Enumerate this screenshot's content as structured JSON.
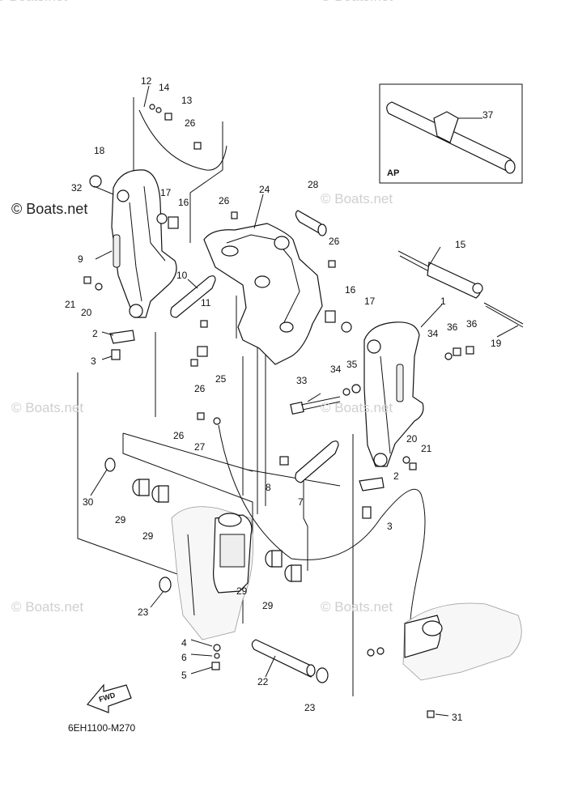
{
  "watermarks": {
    "primary": "© Boats.net",
    "faded": "© Boats.net"
  },
  "diagram_code": "6EH1100-M270",
  "inset": {
    "label": "AP",
    "part": "37"
  },
  "fwd_marker": "FWD",
  "callouts": [
    {
      "id": "c12",
      "text": "12"
    },
    {
      "id": "c14",
      "text": "14"
    },
    {
      "id": "c13",
      "text": "13"
    },
    {
      "id": "c26a",
      "text": "26"
    },
    {
      "id": "c18",
      "text": "18"
    },
    {
      "id": "c32",
      "text": "32"
    },
    {
      "id": "c17a",
      "text": "17"
    },
    {
      "id": "c16a",
      "text": "16"
    },
    {
      "id": "c26b",
      "text": "26"
    },
    {
      "id": "c24",
      "text": "24"
    },
    {
      "id": "c28",
      "text": "28"
    },
    {
      "id": "c9",
      "text": "9"
    },
    {
      "id": "c10",
      "text": "10"
    },
    {
      "id": "c26c",
      "text": "26"
    },
    {
      "id": "c15",
      "text": "15"
    },
    {
      "id": "c21a",
      "text": "21"
    },
    {
      "id": "c20a",
      "text": "20"
    },
    {
      "id": "c11",
      "text": "11"
    },
    {
      "id": "c16b",
      "text": "16"
    },
    {
      "id": "c17b",
      "text": "17"
    },
    {
      "id": "c1",
      "text": "1"
    },
    {
      "id": "c2a",
      "text": "2"
    },
    {
      "id": "c34a",
      "text": "34"
    },
    {
      "id": "c36a",
      "text": "36"
    },
    {
      "id": "c36b",
      "text": "36"
    },
    {
      "id": "c19",
      "text": "19"
    },
    {
      "id": "c3a",
      "text": "3"
    },
    {
      "id": "c25",
      "text": "25"
    },
    {
      "id": "c35",
      "text": "35"
    },
    {
      "id": "c34b",
      "text": "34"
    },
    {
      "id": "c26d",
      "text": "26"
    },
    {
      "id": "c33",
      "text": "33"
    },
    {
      "id": "c26e",
      "text": "26"
    },
    {
      "id": "c27",
      "text": "27"
    },
    {
      "id": "c20b",
      "text": "20"
    },
    {
      "id": "c21b",
      "text": "21"
    },
    {
      "id": "c8",
      "text": "8"
    },
    {
      "id": "c2b",
      "text": "2"
    },
    {
      "id": "c7",
      "text": "7"
    },
    {
      "id": "c30",
      "text": "30"
    },
    {
      "id": "c29a",
      "text": "29"
    },
    {
      "id": "c29b",
      "text": "29"
    },
    {
      "id": "c3b",
      "text": "3"
    },
    {
      "id": "c29c",
      "text": "29"
    },
    {
      "id": "c29d",
      "text": "29"
    },
    {
      "id": "c23a",
      "text": "23"
    },
    {
      "id": "c4",
      "text": "4"
    },
    {
      "id": "c6",
      "text": "6"
    },
    {
      "id": "c5",
      "text": "5"
    },
    {
      "id": "c22",
      "text": "22"
    },
    {
      "id": "c23b",
      "text": "23"
    },
    {
      "id": "c31",
      "text": "31"
    }
  ]
}
